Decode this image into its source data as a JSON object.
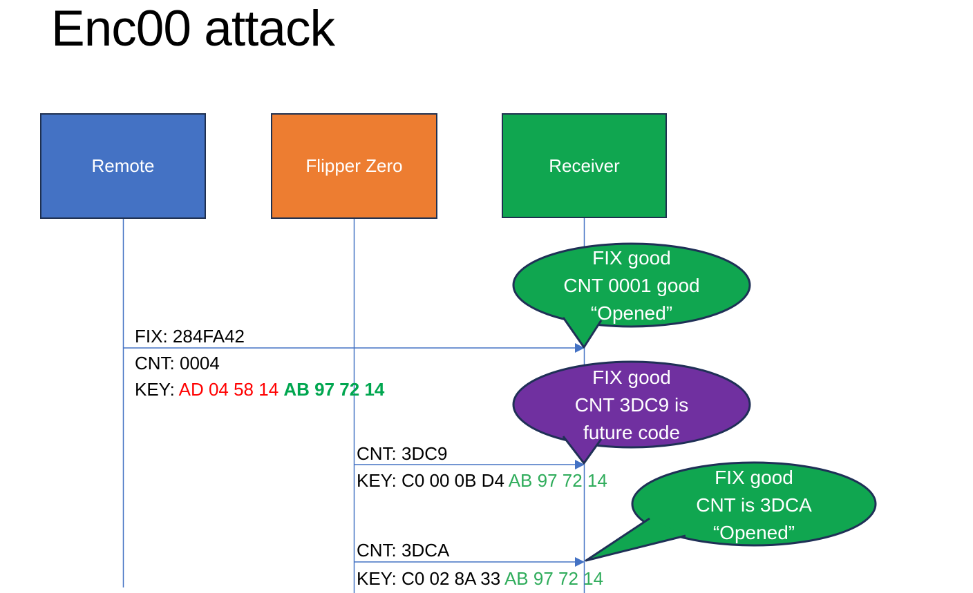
{
  "title": "Enc00 attack",
  "colors": {
    "line": "#4472C4",
    "blue": "#4472C4",
    "orange": "#ED7D31",
    "green": "#10A650",
    "purple": "#7030A0",
    "key_red": "#FF0000",
    "key_black": "#000000",
    "key_green_bold": "#00A64F",
    "key_green": "#2FAC5B"
  },
  "actors": [
    {
      "label": "Remote",
      "color": "#4472C4"
    },
    {
      "label": "Flipper Zero",
      "color": "#ED7D31"
    },
    {
      "label": "Receiver",
      "color": "#10A650"
    }
  ],
  "messages": [
    {
      "fix": "FIX: 284FA42",
      "cnt": "CNT: 0004",
      "key_label": "KEY: ",
      "key_changing": "AD 04 58 14 ",
      "key_changing_color": "#FF0000",
      "key_fixed": "AB 97 72 14",
      "key_fixed_color": "#00A64F"
    },
    {
      "cnt": "CNT: 3DC9",
      "key_label": "KEY: ",
      "key_changing": "C0 00 0B D4 ",
      "key_changing_color": "#000000",
      "key_fixed": "AB 97 72 14",
      "key_fixed_color": "#2FAC5B"
    },
    {
      "cnt": "CNT: 3DCA",
      "key_label": "KEY: ",
      "key_changing": "C0 02 8A 33 ",
      "key_changing_color": "#000000",
      "key_fixed": "AB 97 72 14",
      "key_fixed_color": "#2FAC5B"
    }
  ],
  "callouts": [
    {
      "color": "#10A650",
      "lines": [
        "FIX good",
        "CNT 0001 good",
        "“Opened”"
      ]
    },
    {
      "color": "#7030A0",
      "lines": [
        "FIX good",
        "CNT 3DC9 is",
        "future code"
      ]
    },
    {
      "color": "#10A650",
      "lines": [
        "FIX good",
        "CNT is 3DCA",
        "“Opened”"
      ]
    }
  ]
}
